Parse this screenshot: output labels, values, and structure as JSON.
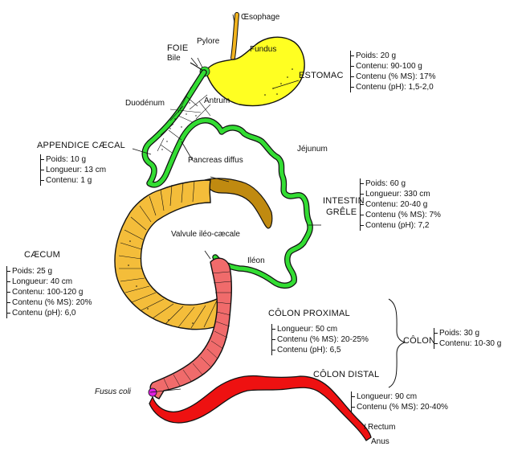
{
  "labels": {
    "oesophage": "Œsophage",
    "pylore": "Pylore",
    "foie": "FOIE",
    "bile": "Bile",
    "fundus": "Fundus",
    "estomac": "ESTOMAC",
    "antrum": "Antrum",
    "duodenum": "Duodénum",
    "appendice": "APPENDICE CÆCAL",
    "pancreas": "Pancreas diffus",
    "jejunum": "Jéjunum",
    "intestin": "INTESTIN",
    "grele": "GRÊLE",
    "valvule": "Valvule iléo-cæcale",
    "ileon": "Iléon",
    "caecum": "CÆCUM",
    "colon_proximal": "CÔLON PROXIMAL",
    "colon": "CÔLON",
    "colon_distal": "CÔLON DISTAL",
    "fusus": "Fusus coli",
    "rectum": "Rectum",
    "anus": "Anus"
  },
  "estomac_info": [
    "Poids: 20 g",
    "Contenu: 90-100 g",
    "Contenu (% MS): 17%",
    "Contenu (pH): 1,5-2,0"
  ],
  "appendice_info": [
    "Poids: 10 g",
    "Longueur: 13 cm",
    "Contenu: 1 g"
  ],
  "intestin_info": [
    "Poids: 60 g",
    "Longueur: 330 cm",
    "Contenu: 20-40 g",
    "Contenu (% MS): 7%",
    "Contenu (pH): 7,2"
  ],
  "caecum_info": [
    "Poids: 25 g",
    "Longueur: 40 cm",
    "Contenu: 100-120 g",
    "Contenu (% MS): 20%",
    "Contenu (pH): 6,0"
  ],
  "colon_proximal_info": [
    "Longueur: 50 cm",
    "Contenu (% MS): 20-25%",
    "Contenu (pH): 6,5"
  ],
  "colon_info": [
    "Poids: 30 g",
    "Contenu: 10-30 g"
  ],
  "colon_distal_info": [
    "Longueur: 90 cm",
    "Contenu (% MS): 20-40%"
  ],
  "colors": {
    "oesophagus": "#f2b41e",
    "stomach": "#ffff22",
    "small_intestine": "#33dd33",
    "appendix": "#c08a10",
    "caecum": "#f4bd3a",
    "colon_proximal": "#f06b6b",
    "colon_distal": "#ee1111",
    "fusus": "#e020e0",
    "outline": "#111111"
  }
}
